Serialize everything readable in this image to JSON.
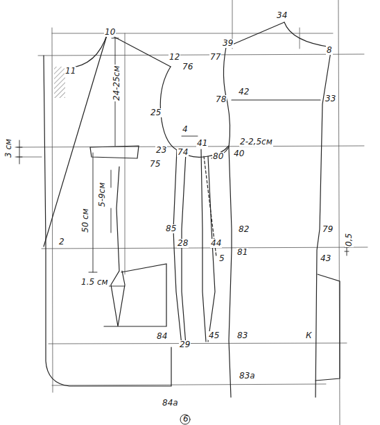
{
  "diagram": {
    "labels": [
      "10",
      "11",
      "12",
      "76",
      "24-25см",
      "25",
      "4",
      "3 см",
      "23",
      "74",
      "41",
      "2-2,5см",
      "40",
      "80",
      "75",
      "5-9см",
      "50 см",
      "1.5 см",
      "2",
      "85",
      "28",
      "44",
      "82",
      "81",
      "5",
      "79",
      "43",
      "0,5",
      "84",
      "29",
      "45",
      "83",
      "К",
      "84а",
      "83а",
      "6",
      "34",
      "39",
      "77",
      "8",
      "78",
      "42",
      "33"
    ]
  }
}
